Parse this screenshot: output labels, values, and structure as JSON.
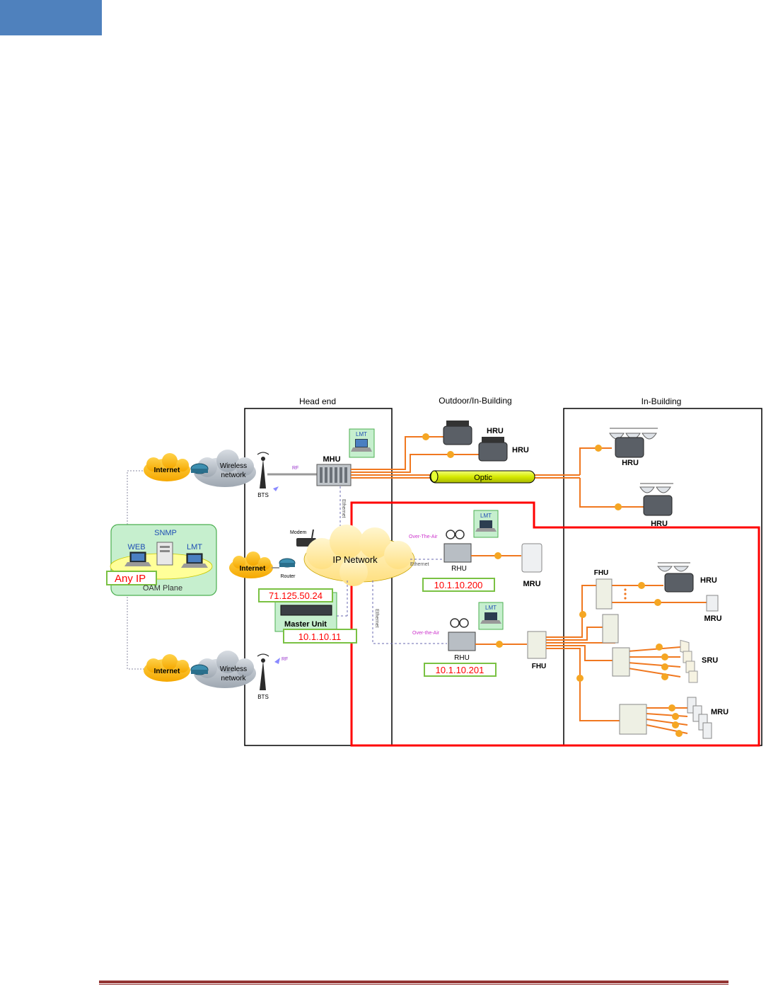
{
  "page": {
    "accent_color": "#4f81bd",
    "footer_color": "#943634"
  },
  "diagram": {
    "sections": {
      "head_end": "Head end",
      "outdoor": "Outdoor/In-Building",
      "in_building": "In-Building"
    },
    "oam": {
      "snmp": "SNMP",
      "web": "WEB",
      "lmt": "LMT",
      "any_ip": "Any IP",
      "plane": "OAM Plane"
    },
    "internet": "Internet",
    "wireless_network": [
      "Wireless",
      "network"
    ],
    "bts": "BTS",
    "rf": "RF",
    "modem": "Modem",
    "router": "Router",
    "ip_network": "IP Network",
    "ethernet": "Ethernet",
    "over_the_air_1": "Over-The-Air",
    "over_the_air_2": "Over-the-Air",
    "mhu": "MHU",
    "lmt": "LMT",
    "optic": "Optic",
    "hru": "HRU",
    "rhu": "RHU",
    "mru": "MRU",
    "fhu": "FHU",
    "sru": "SRU",
    "master_unit": "Master Unit",
    "ip_master_public": "71.125.50.24",
    "ip_master": "10.1.10.11",
    "ip_rhu1": "10.1.10.200",
    "ip_rhu2": "10.1.10.201"
  }
}
